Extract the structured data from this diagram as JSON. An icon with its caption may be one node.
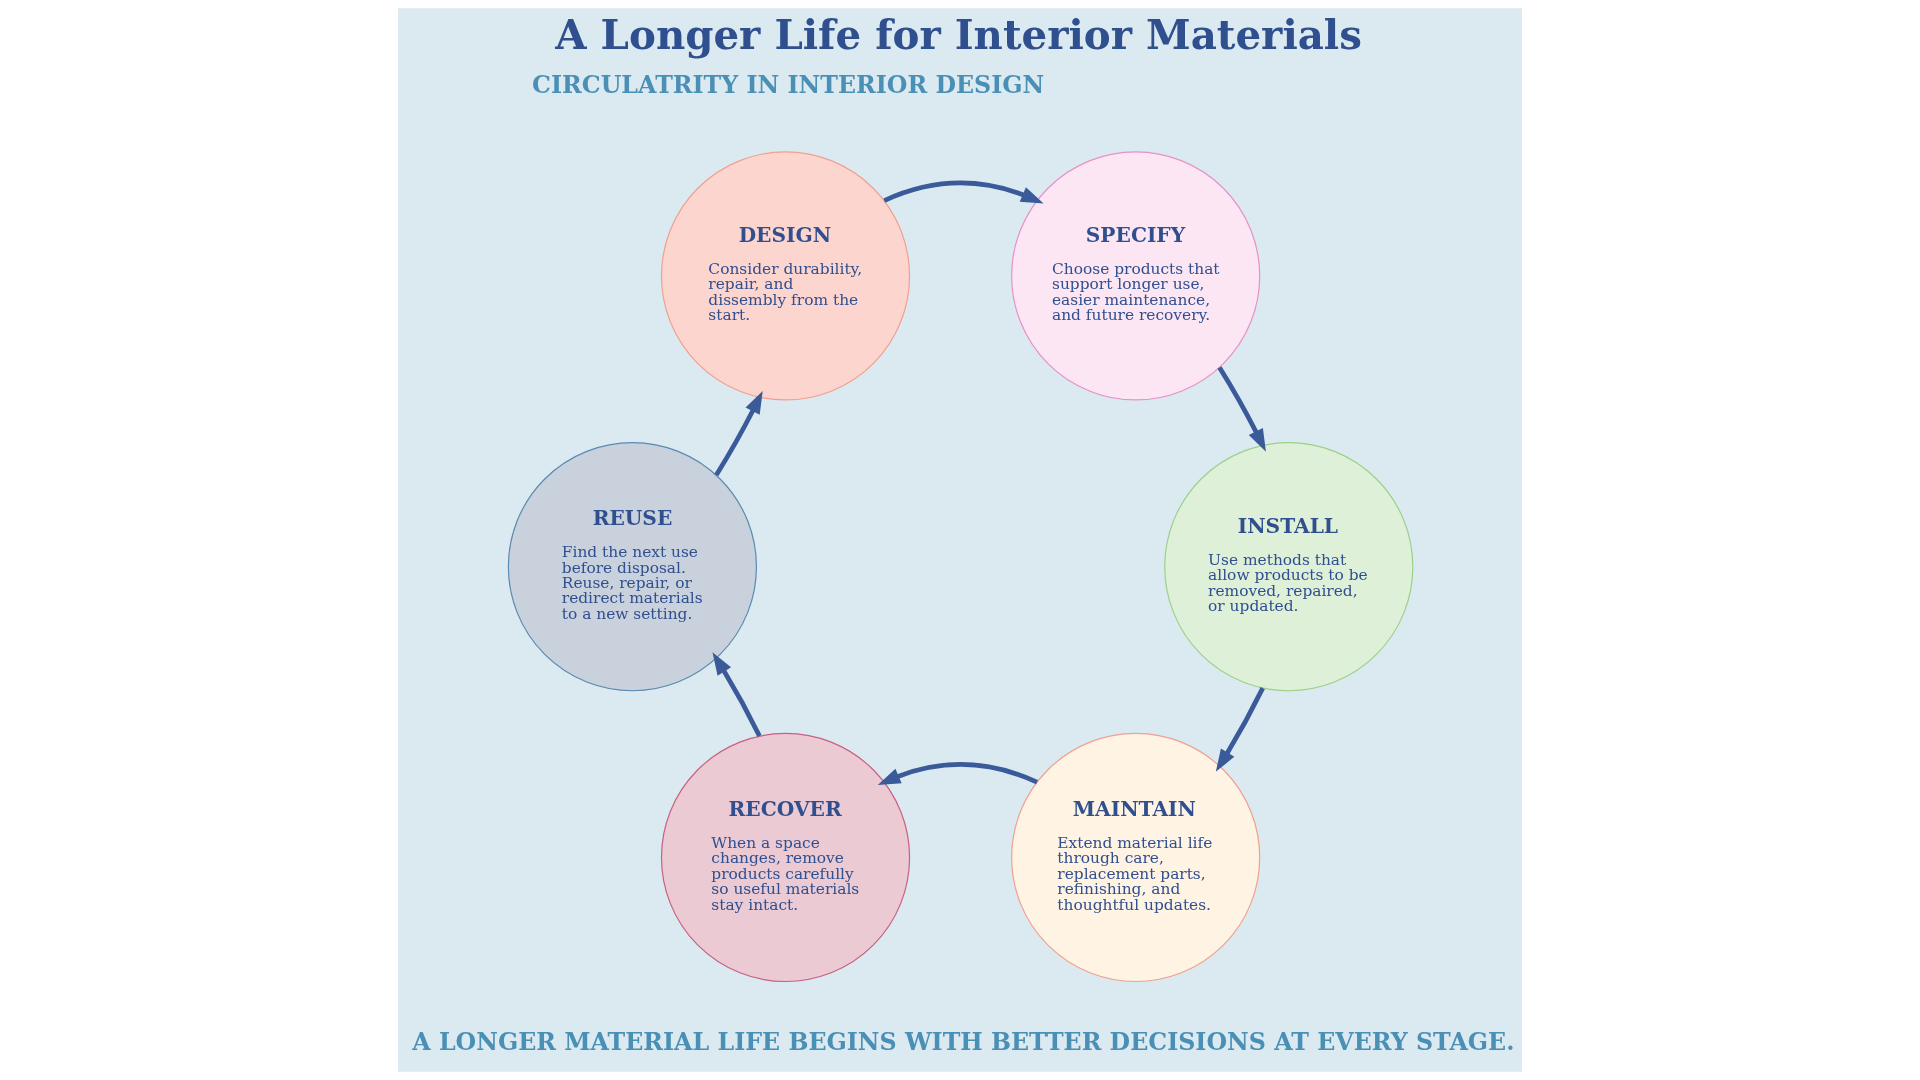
{
  "diagram": {
    "title": "A Longer Life for Interior Materials",
    "caption": "A LONGER MATERIAL LIFE BEGINS WITH BETTER DECISIONS AT EVERY STAGE.",
    "nodes": [
      {
        "text": [
          "DESIGN",
          "Consider durability, repair, and dissembly from the start."
        ]
      },
      {
        "text": [
          "SPECIFY",
          "Choose products that support longer use, easier maintenance, and future recovery."
        ]
      },
      {
        "text": [
          "INSTALL",
          "Use methods that allow products to be removed, repaired, or updated."
        ]
      },
      {
        "text": [
          "MAINTAIN",
          "Extend material life through care, replacement parts, refinishing, and thoughtful updates."
        ]
      },
      {
        "text": [
          "RECOVER",
          "When a space changes, remove products carefully so useful materials stay intact."
        ]
      },
      {
        "text": [
          "REUSE",
          "Find the next use before disposal. Reuse, repair, or redirect materials to a new setting."
        ]
      }
    ],
    "edges": [
      {
        "from": 0,
        "to": 1,
        "arrow": "to"
      },
      {
        "from": 1,
        "to": 2,
        "arrow": "to"
      },
      {
        "from": 2,
        "to": 3,
        "arrow": "to"
      },
      {
        "from": 3,
        "to": 4,
        "arrow": "to"
      },
      {
        "from": 4,
        "to": 5,
        "arrow": "to"
      },
      {
        "from": 5,
        "to": 0,
        "arrow": "to"
      }
    ],
    "labels": [
      "CIRCULATRITY IN INTERIOR DESIGN"
    ]
  }
}
